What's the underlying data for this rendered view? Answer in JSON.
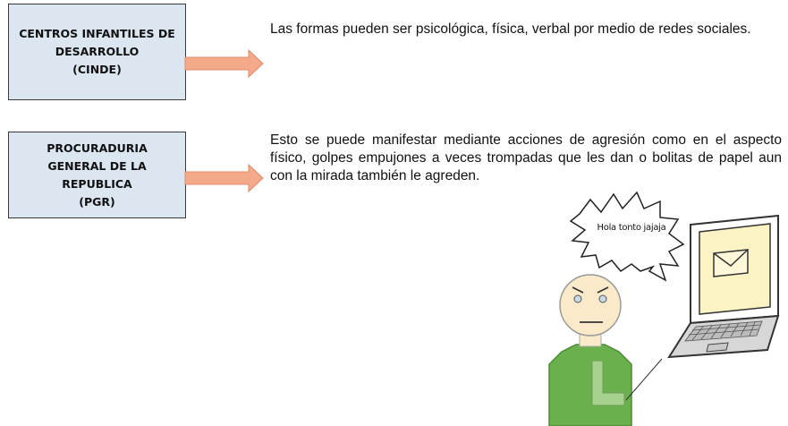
{
  "boxes": [
    {
      "lines": [
        "CENTROS INFANTILES DE",
        "DESARROLLO",
        "(CINDE)"
      ]
    },
    {
      "lines": [
        "PROCURADURIA",
        "GENERAL DE LA",
        "REPUBLICA",
        "(PGR)"
      ]
    }
  ],
  "paragraphs": [
    "Las formas pueden ser psicológica, física, verbal por medio de redes sociales.",
    "Esto se puede manifestar mediante acciones de agresión como en el aspecto físico, golpes empujones a veces trompadas que les dan o bolitas de papel aun con la mirada también le agreden."
  ],
  "illustration": {
    "speech_bubble_text": "Hola tonto jajaja",
    "colors": {
      "box_fill": "#dce6f1",
      "arrow_fill": "#f4a98a",
      "face": "#faeac9",
      "shirt": "#6ab04c",
      "laptop_screen": "#fbf3c4",
      "laptop_body": "#cfcfcf"
    }
  }
}
